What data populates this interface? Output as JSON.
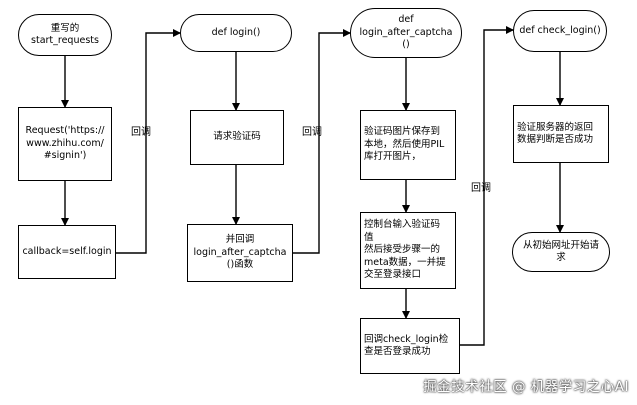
{
  "nodes": {
    "start_requests": "重写的\nstart_requests",
    "request_signin": "Request('https://\nwww.zhihu.com/\n#signin')",
    "callback_login": "callback=self.login",
    "def_login": "def login()",
    "request_captcha": "请求验证码",
    "callback_after_captcha": "并回调\nlogin_after_captcha\n()函数",
    "def_login_after_captcha": "def\nlogin_after_captcha\n()",
    "save_captcha": "验证码图片保存到\n本地，然后使用PIL\n库打开图片，",
    "input_captcha": "控制台输入验证码\n值\n然后接受步骤一的\nmeta数据，一并提\n交至登录接口",
    "callback_check_login": "回调check_login检\n查是否登录成功",
    "def_check_login": "def check_login()",
    "verify_response": "验证服务器的返回\n数据判断是否成功",
    "start_from_url": "从初始网址开始请\n求"
  },
  "edge_labels": {
    "callback_1": "回调",
    "callback_2": "回调",
    "callback_3": "回调"
  },
  "watermark": "掘金技术社区 @ 机器学习之心AI"
}
